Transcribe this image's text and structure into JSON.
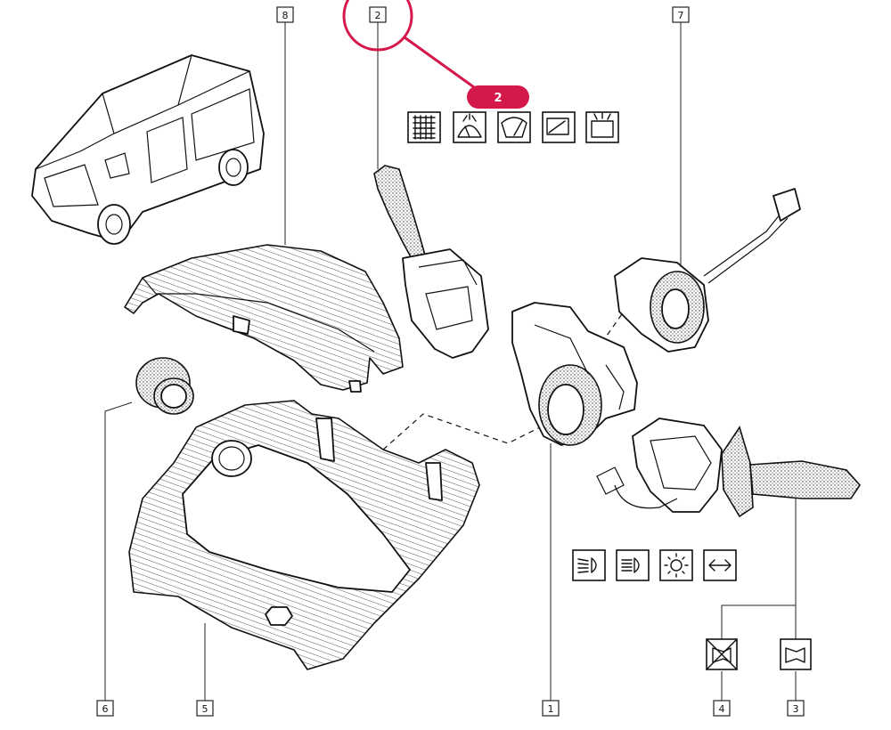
{
  "callouts": {
    "c1": "1",
    "c2": "2",
    "c3": "3",
    "c4": "4",
    "c5": "5",
    "c6": "6",
    "c7": "7",
    "c8": "8"
  },
  "highlight": {
    "label": "2",
    "color": "#d4184a"
  },
  "icons": {
    "wiper_group": [
      "heated-rear-window-icon",
      "front-washer-icon",
      "front-wiper-icon",
      "rear-wiper-icon",
      "rear-washer-icon"
    ],
    "light_group": [
      "dipped-beam-icon",
      "main-beam-icon",
      "side-light-icon",
      "turn-signal-icon"
    ],
    "horn_group": [
      "no-horn-icon",
      "horn-icon"
    ]
  }
}
